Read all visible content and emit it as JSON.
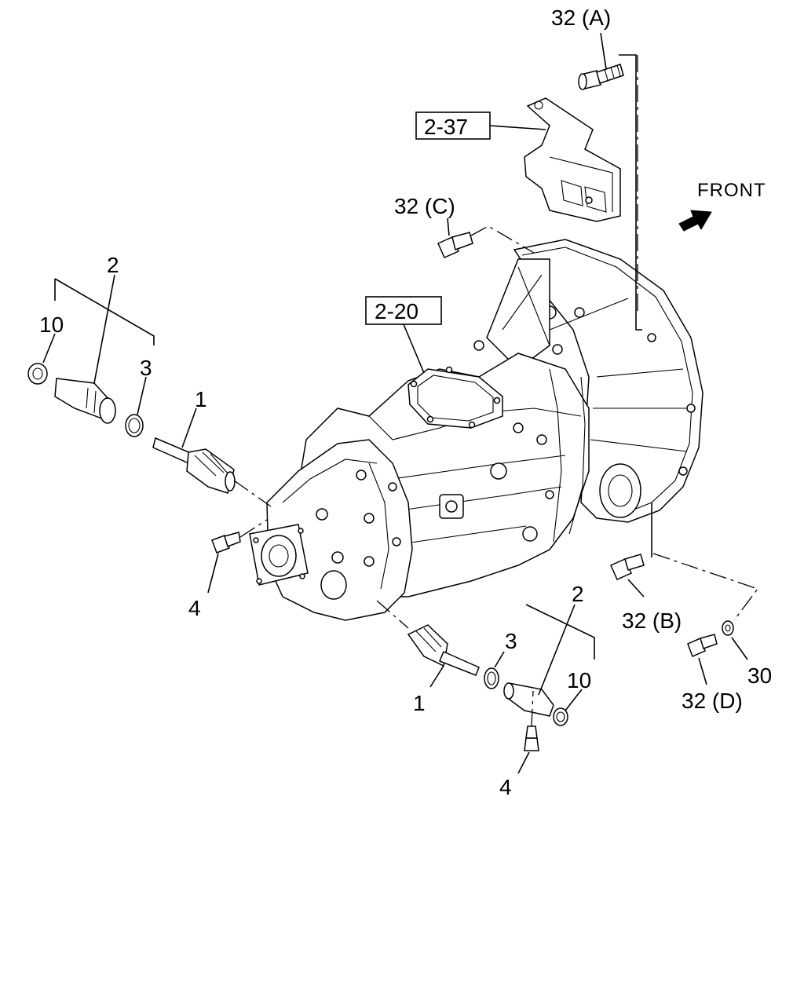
{
  "direction_label": "FRONT",
  "callouts": {
    "ref_bracket": "2-37",
    "ref_case": "2-20",
    "bolt_a": "32 (A)",
    "bolt_b": "32 (B)",
    "bolt_c": "32 (C)",
    "bolt_d": "32 (D)",
    "washer": "30",
    "left_sensor": "2",
    "left_cap": "10",
    "left_oring": "3",
    "left_shaft": "1",
    "left_bolt": "4",
    "right_sensor": "2",
    "right_oring": "3",
    "right_cap": "10",
    "right_shaft": "1",
    "right_bolt": "4"
  }
}
